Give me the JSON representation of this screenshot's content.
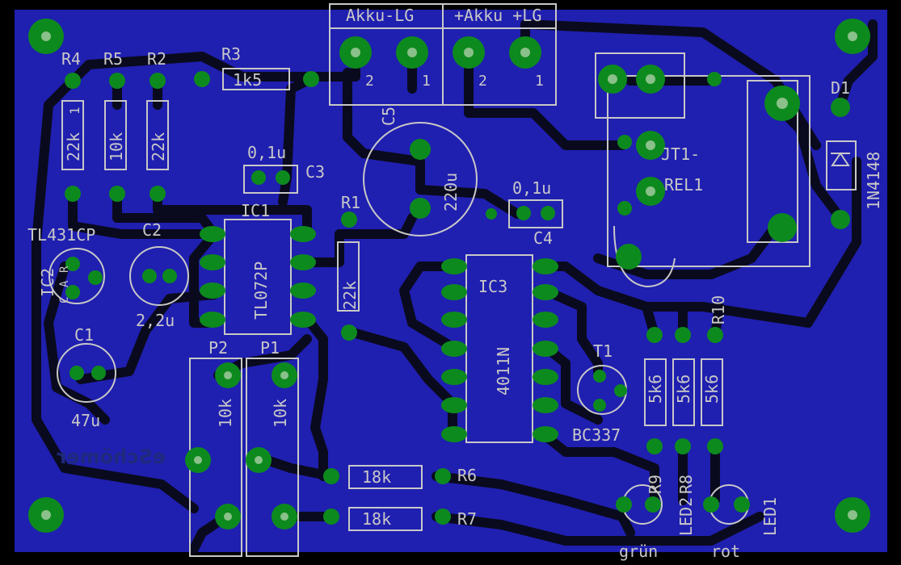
{
  "board": {
    "colors": {
      "background": "#000000",
      "copper_bottom": "#1f1fb0",
      "traces": "#0a0a1e",
      "pads": "#0d8a1e",
      "pad_hole": "#8ac08a",
      "silkscreen": "#c8c8c8",
      "mirrored_text": "#1e2a7c"
    },
    "connectors": {
      "akku": {
        "label": "Akku-LG",
        "pin2": "2",
        "pin1": "1"
      },
      "lg": {
        "label": "+Akku  +LG",
        "pin2": "2",
        "pin1": "1"
      }
    },
    "components": {
      "r1": {
        "ref": "R1",
        "value": "22k"
      },
      "r2": {
        "ref": "R2",
        "value": "22k"
      },
      "r3": {
        "ref": "R3",
        "value": "1k5"
      },
      "r4": {
        "ref": "R4",
        "value": "1"
      },
      "r4b": {
        "value": "22k"
      },
      "r5": {
        "ref": "R5",
        "value": "10k"
      },
      "r6": {
        "ref": "R6",
        "value": "18k"
      },
      "r7": {
        "ref": "R7",
        "value": "18k"
      },
      "r8": {
        "ref": "R8",
        "value": "5k6"
      },
      "r9": {
        "ref": "R9",
        "value": "5k6"
      },
      "r10": {
        "ref": "R10",
        "value": "5k6"
      },
      "c1": {
        "ref": "C1",
        "value": "47u"
      },
      "c2": {
        "ref": "C2",
        "value": "2,2u"
      },
      "c3": {
        "ref": "C3",
        "value": "0,1u"
      },
      "c4": {
        "ref": "C4",
        "value": "0,1u"
      },
      "c5": {
        "ref": "C5",
        "value": "220u"
      },
      "ic1": {
        "ref": "IC1",
        "value": "TL072P"
      },
      "ic2": {
        "ref": "IC2",
        "value": "TL431CP",
        "pin_a": "A",
        "pin_c": "C",
        "pin_r": "R"
      },
      "ic3": {
        "ref": "IC3",
        "value": "4011N"
      },
      "t1": {
        "ref": "T1",
        "value": "BC337"
      },
      "d1": {
        "ref": "D1",
        "value": "1N4148"
      },
      "p1": {
        "ref": "P1",
        "value": "10k"
      },
      "p2": {
        "ref": "P2",
        "value": "10k"
      },
      "jt1": {
        "ref": "JT1-"
      },
      "rel1": {
        "ref": "REL1"
      },
      "led1": {
        "ref": "LED1",
        "color_label": "rot"
      },
      "led2": {
        "ref": "LED2",
        "color_label": "grün"
      }
    },
    "mirrored_text": "eSchömer"
  }
}
